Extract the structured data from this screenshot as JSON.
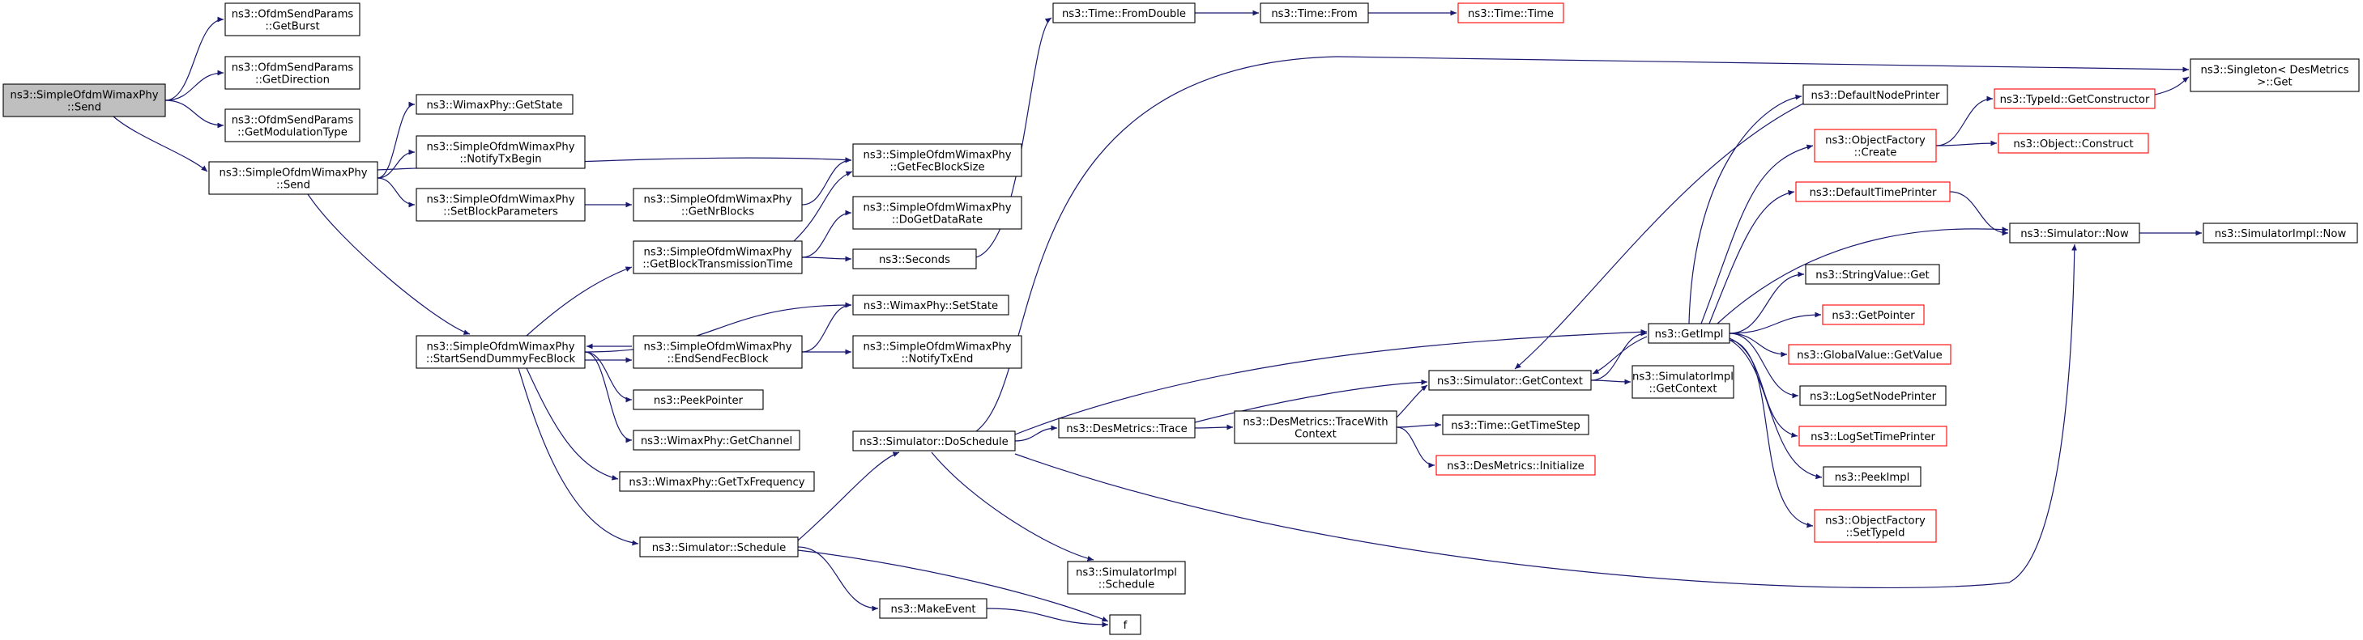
{
  "colors": {
    "edge": "#191970",
    "normal_border": "#000000",
    "external_border": "#ff0000",
    "root_fill": "#bfbfbf",
    "node_fill": "#ffffff"
  },
  "nodes": [
    {
      "id": "root",
      "lines": [
        "ns3::SimpleOfdmWimaxPhy",
        "::Send"
      ],
      "kind": "root"
    },
    {
      "id": "getburst",
      "lines": [
        "ns3::OfdmSendParams",
        "::GetBurst"
      ],
      "kind": "normal"
    },
    {
      "id": "getdirection",
      "lines": [
        "ns3::OfdmSendParams",
        "::GetDirection"
      ],
      "kind": "normal"
    },
    {
      "id": "getmodtype",
      "lines": [
        "ns3::OfdmSendParams",
        "::GetModulationType"
      ],
      "kind": "normal"
    },
    {
      "id": "send2",
      "lines": [
        "ns3::SimpleOfdmWimaxPhy",
        "::Send"
      ],
      "kind": "normal"
    },
    {
      "id": "getstate",
      "lines": [
        "ns3::WimaxPhy::GetState"
      ],
      "kind": "normal"
    },
    {
      "id": "notifytxbegin",
      "lines": [
        "ns3::SimpleOfdmWimaxPhy",
        "::NotifyTxBegin"
      ],
      "kind": "normal"
    },
    {
      "id": "setblockparams",
      "lines": [
        "ns3::SimpleOfdmWimaxPhy",
        "::SetBlockParameters"
      ],
      "kind": "normal"
    },
    {
      "id": "getnrblocks",
      "lines": [
        "ns3::SimpleOfdmWimaxPhy",
        "::GetNrBlocks"
      ],
      "kind": "normal"
    },
    {
      "id": "getfecblocksize",
      "lines": [
        "ns3::SimpleOfdmWimaxPhy",
        "::GetFecBlockSize"
      ],
      "kind": "normal"
    },
    {
      "id": "dogetdatarate",
      "lines": [
        "ns3::SimpleOfdmWimaxPhy",
        "::DoGetDataRate"
      ],
      "kind": "normal"
    },
    {
      "id": "getblocktxtime",
      "lines": [
        "ns3::SimpleOfdmWimaxPhy",
        "::GetBlockTransmissionTime"
      ],
      "kind": "normal"
    },
    {
      "id": "seconds",
      "lines": [
        "ns3::Seconds"
      ],
      "kind": "normal"
    },
    {
      "id": "fromdouble",
      "lines": [
        "ns3::Time::FromDouble"
      ],
      "kind": "normal"
    },
    {
      "id": "from",
      "lines": [
        "ns3::Time::From"
      ],
      "kind": "normal"
    },
    {
      "id": "timetime",
      "lines": [
        "ns3::Time::Time"
      ],
      "kind": "external"
    },
    {
      "id": "startsenddummy",
      "lines": [
        "ns3::SimpleOfdmWimaxPhy",
        "::StartSendDummyFecBlock"
      ],
      "kind": "normal"
    },
    {
      "id": "setstate",
      "lines": [
        "ns3::WimaxPhy::SetState"
      ],
      "kind": "normal"
    },
    {
      "id": "endsendfec",
      "lines": [
        "ns3::SimpleOfdmWimaxPhy",
        "::EndSendFecBlock"
      ],
      "kind": "normal"
    },
    {
      "id": "notifytxend",
      "lines": [
        "ns3::SimpleOfdmWimaxPhy",
        "::NotifyTxEnd"
      ],
      "kind": "normal"
    },
    {
      "id": "peekpointer",
      "lines": [
        "ns3::PeekPointer"
      ],
      "kind": "normal"
    },
    {
      "id": "getchannel",
      "lines": [
        "ns3::WimaxPhy::GetChannel"
      ],
      "kind": "normal"
    },
    {
      "id": "gettxfreq",
      "lines": [
        "ns3::WimaxPhy::GetTxFrequency"
      ],
      "kind": "normal"
    },
    {
      "id": "schedule",
      "lines": [
        "ns3::Simulator::Schedule"
      ],
      "kind": "normal"
    },
    {
      "id": "makeevent",
      "lines": [
        "ns3::MakeEvent"
      ],
      "kind": "normal"
    },
    {
      "id": "f",
      "lines": [
        "f"
      ],
      "kind": "normal"
    },
    {
      "id": "doschedule",
      "lines": [
        "ns3::Simulator::DoSchedule"
      ],
      "kind": "normal"
    },
    {
      "id": "desmetricstrace",
      "lines": [
        "ns3::DesMetrics::Trace"
      ],
      "kind": "normal"
    },
    {
      "id": "tracewithcontext",
      "lines": [
        "ns3::DesMetrics::TraceWith",
        "Context"
      ],
      "kind": "normal"
    },
    {
      "id": "simimplschedule",
      "lines": [
        "ns3::SimulatorImpl",
        "::Schedule"
      ],
      "kind": "normal"
    },
    {
      "id": "getcontext",
      "lines": [
        "ns3::Simulator::GetContext"
      ],
      "kind": "normal"
    },
    {
      "id": "gettimestep",
      "lines": [
        "ns3::Time::GetTimeStep"
      ],
      "kind": "normal"
    },
    {
      "id": "desinitialize",
      "lines": [
        "ns3::DesMetrics::Initialize"
      ],
      "kind": "external"
    },
    {
      "id": "simimplgetcontext",
      "lines": [
        "ns3::SimulatorImpl",
        "::GetContext"
      ],
      "kind": "normal"
    },
    {
      "id": "getimpl",
      "lines": [
        "ns3::GetImpl"
      ],
      "kind": "normal"
    },
    {
      "id": "defaultnodeprinter",
      "lines": [
        "ns3::DefaultNodePrinter"
      ],
      "kind": "normal"
    },
    {
      "id": "objfactorycreate",
      "lines": [
        "ns3::ObjectFactory",
        "::Create"
      ],
      "kind": "external"
    },
    {
      "id": "defaulttimeprinter",
      "lines": [
        "ns3::DefaultTimePrinter"
      ],
      "kind": "external"
    },
    {
      "id": "stringvalueget",
      "lines": [
        "ns3::StringValue::Get"
      ],
      "kind": "normal"
    },
    {
      "id": "getpointer",
      "lines": [
        "ns3::GetPointer"
      ],
      "kind": "external"
    },
    {
      "id": "globalvalueget",
      "lines": [
        "ns3::GlobalValue::GetValue"
      ],
      "kind": "external"
    },
    {
      "id": "lognodeprinter",
      "lines": [
        "ns3::LogSetNodePrinter"
      ],
      "kind": "normal"
    },
    {
      "id": "logtimeprinter",
      "lines": [
        "ns3::LogSetTimePrinter"
      ],
      "kind": "external"
    },
    {
      "id": "peekimpl",
      "lines": [
        "ns3::PeekImpl"
      ],
      "kind": "normal"
    },
    {
      "id": "settypeid",
      "lines": [
        "ns3::ObjectFactory",
        "::SetTypeId"
      ],
      "kind": "external"
    },
    {
      "id": "typeidgetctor",
      "lines": [
        "ns3::TypeId::GetConstructor"
      ],
      "kind": "external"
    },
    {
      "id": "objconstruct",
      "lines": [
        "ns3::Object::Construct"
      ],
      "kind": "external"
    },
    {
      "id": "simnow",
      "lines": [
        "ns3::Simulator::Now"
      ],
      "kind": "normal"
    },
    {
      "id": "simimplnow",
      "lines": [
        "ns3::SimulatorImpl::Now"
      ],
      "kind": "normal"
    },
    {
      "id": "singletonget",
      "lines": [
        "ns3::Singleton< DesMetrics",
        " >::Get"
      ],
      "kind": "normal"
    }
  ],
  "edges": [
    [
      "root",
      "getburst"
    ],
    [
      "root",
      "getdirection"
    ],
    [
      "root",
      "getmodtype"
    ],
    [
      "root",
      "send2"
    ],
    [
      "send2",
      "getstate"
    ],
    [
      "send2",
      "notifytxbegin"
    ],
    [
      "send2",
      "getfecblocksize"
    ],
    [
      "send2",
      "setblockparams"
    ],
    [
      "send2",
      "startsenddummy"
    ],
    [
      "setblockparams",
      "getnrblocks"
    ],
    [
      "getnrblocks",
      "getfecblocksize"
    ],
    [
      "getblocktxtime",
      "getfecblocksize"
    ],
    [
      "getblocktxtime",
      "dogetdatarate"
    ],
    [
      "getblocktxtime",
      "seconds"
    ],
    [
      "seconds",
      "fromdouble"
    ],
    [
      "fromdouble",
      "from"
    ],
    [
      "from",
      "timetime"
    ],
    [
      "startsenddummy",
      "getblocktxtime"
    ],
    [
      "startsenddummy",
      "setstate"
    ],
    [
      "startsenddummy",
      "endsendfec"
    ],
    [
      "startsenddummy",
      "peekpointer"
    ],
    [
      "startsenddummy",
      "getchannel"
    ],
    [
      "startsenddummy",
      "gettxfreq"
    ],
    [
      "startsenddummy",
      "schedule"
    ],
    [
      "endsendfec",
      "setstate"
    ],
    [
      "endsendfec",
      "notifytxend"
    ],
    [
      "endsendfec",
      "startsenddummy"
    ],
    [
      "schedule",
      "doschedule"
    ],
    [
      "schedule",
      "makeevent"
    ],
    [
      "schedule",
      "f"
    ],
    [
      "makeevent",
      "f"
    ],
    [
      "doschedule",
      "singletonget"
    ],
    [
      "doschedule",
      "getimpl"
    ],
    [
      "doschedule",
      "desmetricstrace"
    ],
    [
      "doschedule",
      "simimplschedule"
    ],
    [
      "doschedule",
      "simnow"
    ],
    [
      "desmetricstrace",
      "getcontext"
    ],
    [
      "desmetricstrace",
      "tracewithcontext"
    ],
    [
      "tracewithcontext",
      "getcontext"
    ],
    [
      "tracewithcontext",
      "gettimestep"
    ],
    [
      "tracewithcontext",
      "desinitialize"
    ],
    [
      "getcontext",
      "getimpl"
    ],
    [
      "getcontext",
      "simimplgetcontext"
    ],
    [
      "getimpl",
      "defaultnodeprinter"
    ],
    [
      "getimpl",
      "objfactorycreate"
    ],
    [
      "getimpl",
      "defaulttimeprinter"
    ],
    [
      "getimpl",
      "simnow"
    ],
    [
      "getimpl",
      "stringvalueget"
    ],
    [
      "getimpl",
      "getpointer"
    ],
    [
      "getimpl",
      "globalvalueget"
    ],
    [
      "getimpl",
      "lognodeprinter"
    ],
    [
      "getimpl",
      "logtimeprinter"
    ],
    [
      "getimpl",
      "peekimpl"
    ],
    [
      "getimpl",
      "settypeid"
    ],
    [
      "getimpl",
      "getcontext"
    ],
    [
      "defaultnodeprinter",
      "getcontext"
    ],
    [
      "objfactorycreate",
      "typeidgetctor"
    ],
    [
      "objfactorycreate",
      "objconstruct"
    ],
    [
      "typeidgetctor",
      "singletonget"
    ],
    [
      "defaulttimeprinter",
      "simnow"
    ],
    [
      "simnow",
      "simimplnow"
    ]
  ]
}
